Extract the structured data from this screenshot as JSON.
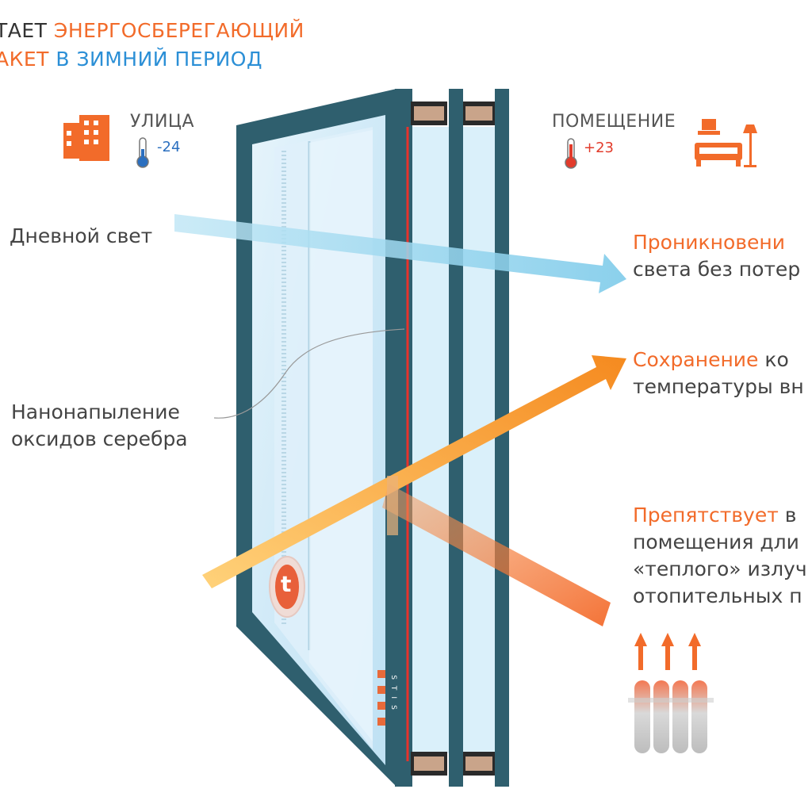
{
  "headline": {
    "line1_part1": "ТАЕТ",
    "line1_part2": "ЭНЕРГОСБЕРЕГАЮЩИЙ",
    "line2_part1": "АКЕТ",
    "line2_part2": "В ЗИМНИЙ ПЕРИОД"
  },
  "outside": {
    "label": "УЛИЦА",
    "temp": "-24",
    "icon": "building-icon"
  },
  "inside": {
    "label": "ПОМЕЩЕНИЕ",
    "temp": "+23",
    "icon": "sofa-lamp-icon"
  },
  "left_labels": {
    "daylight": "Дневной свет",
    "coating_line1": "Нанонапыление",
    "coating_line2": "оксидов серебра"
  },
  "right_labels": {
    "light_accent": "Проникновени",
    "light_rest": "света без потер",
    "temp_accent": "Сохранение",
    "temp_rest1": " ко",
    "temp_rest2": "температуры вн",
    "radiation_accent": "Препятствует",
    "radiation_rest1": " в",
    "radiation_rest2": "помещения дли",
    "radiation_rest3": "«теплого» излуч",
    "radiation_rest4": "отопительных п"
  },
  "badge": {
    "letter": "t"
  },
  "frame_text": "STIS",
  "colors": {
    "accent_orange": "#f26b2a",
    "accent_blue": "#2b8fd6",
    "frame_teal": "#2f5f6e",
    "glass": "#cfe9f7",
    "daylight_arrow": "#8fd2ee"
  }
}
